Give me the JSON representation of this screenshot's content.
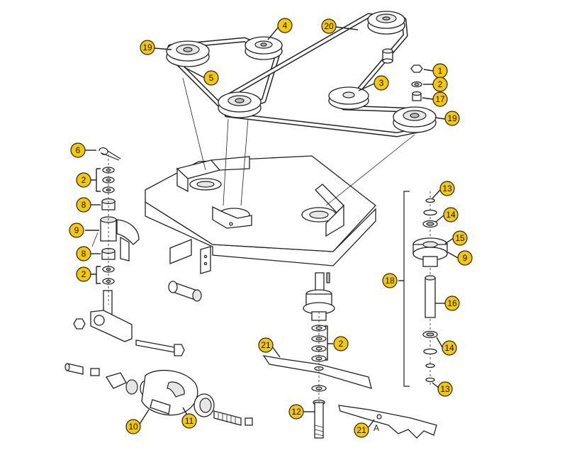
{
  "callouts": [
    {
      "id": "c-19a",
      "label": "19"
    },
    {
      "id": "c-4",
      "label": "4"
    },
    {
      "id": "c-20",
      "label": "20"
    },
    {
      "id": "c-5",
      "label": "5"
    },
    {
      "id": "c-1",
      "label": "1"
    },
    {
      "id": "c-2a",
      "label": "2"
    },
    {
      "id": "c-3",
      "label": "3"
    },
    {
      "id": "c-17",
      "label": "17"
    },
    {
      "id": "c-19b",
      "label": "19"
    },
    {
      "id": "c-6",
      "label": "6"
    },
    {
      "id": "c-2b",
      "label": "2"
    },
    {
      "id": "c-8a",
      "label": "8"
    },
    {
      "id": "c-9a",
      "label": "9"
    },
    {
      "id": "c-8b",
      "label": "8"
    },
    {
      "id": "c-2c",
      "label": "2"
    },
    {
      "id": "c-13a",
      "label": "13"
    },
    {
      "id": "c-14a",
      "label": "14"
    },
    {
      "id": "c-15",
      "label": "15"
    },
    {
      "id": "c-9b",
      "label": "9"
    },
    {
      "id": "c-18",
      "label": "18"
    },
    {
      "id": "c-16",
      "label": "16"
    },
    {
      "id": "c-14b",
      "label": "14"
    },
    {
      "id": "c-13b",
      "label": "13"
    },
    {
      "id": "c-21",
      "label": "21"
    },
    {
      "id": "c-2d",
      "label": "2"
    },
    {
      "id": "c-10",
      "label": "10"
    },
    {
      "id": "c-11",
      "label": "11"
    },
    {
      "id": "c-12",
      "label": "12"
    },
    {
      "id": "c-21A",
      "label": "21"
    }
  ],
  "suffix_21A": "A"
}
